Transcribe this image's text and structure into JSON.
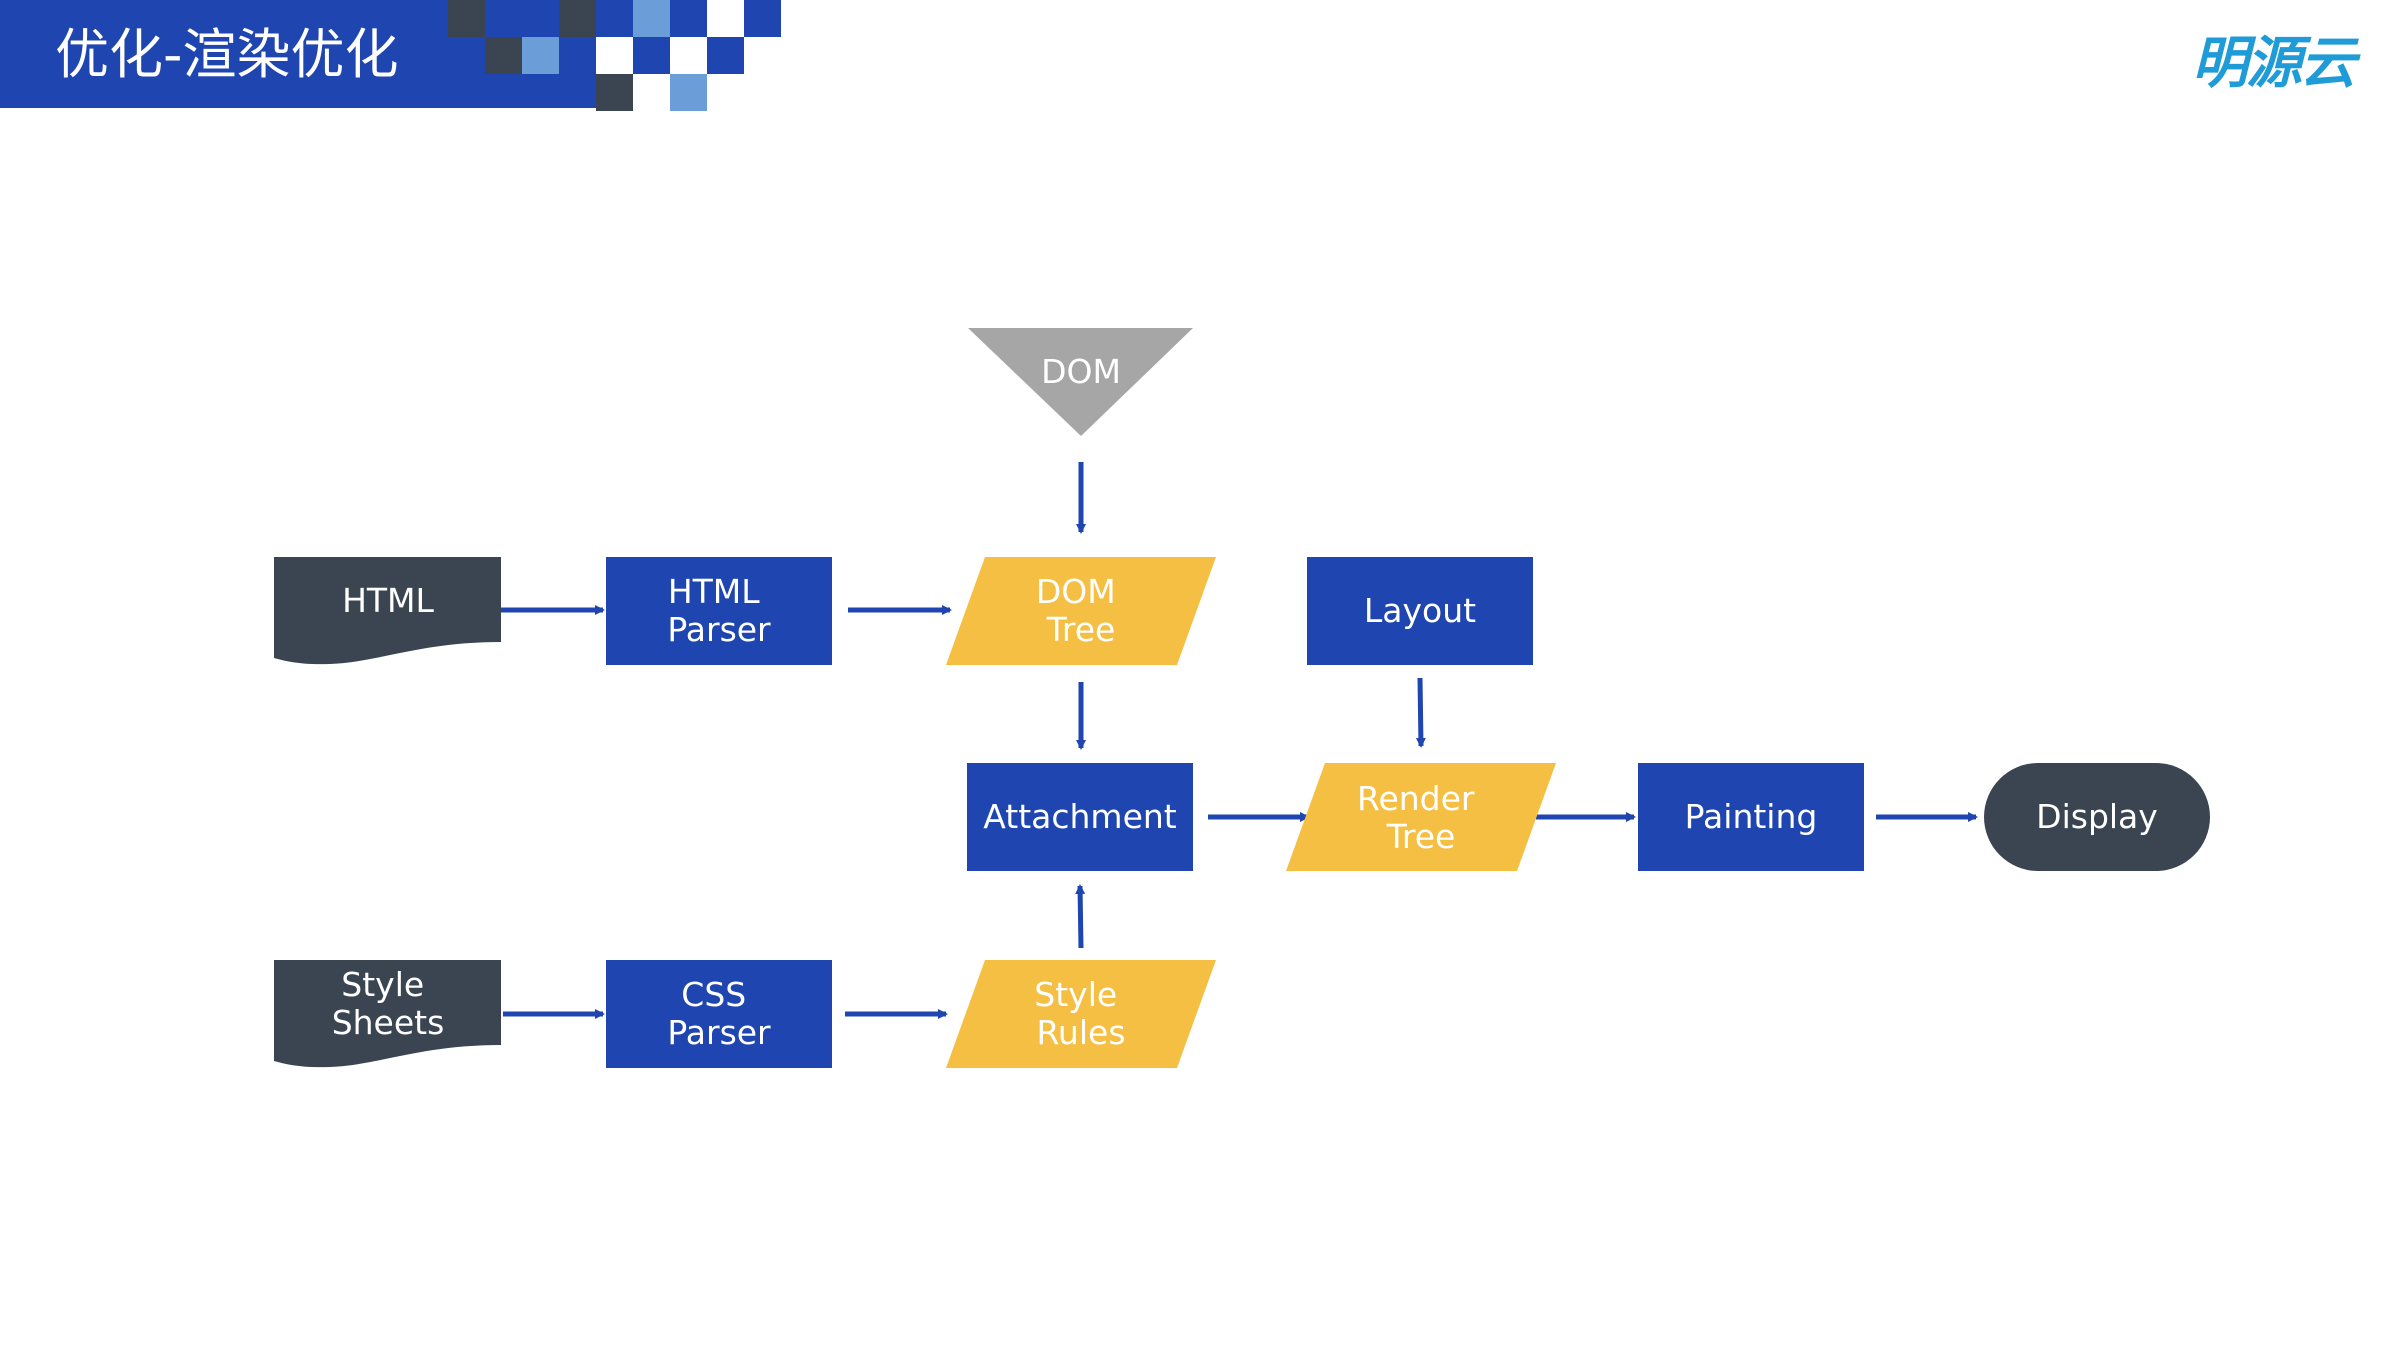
{
  "slide": {
    "title": "优化-渲染优化",
    "logo_text": "明源云"
  },
  "colors": {
    "accent_blue": "#1e45b0",
    "mid_blue": "#2d58c9",
    "light_blue": "#6b9ed8",
    "dark_slate": "#3b4552",
    "gold": "#f4bf42",
    "gray": "#a6a6a6",
    "white": "#ffffff",
    "arrow": "#1e45b0",
    "logo_cyan": "#1f9bd7"
  },
  "diagram": {
    "nodes": {
      "dom_source": {
        "lines": [
          "DOM"
        ],
        "shape": "triangle-down"
      },
      "html_doc": {
        "lines": [
          "HTML"
        ],
        "shape": "document"
      },
      "html_parser": {
        "lines": [
          "HTML",
          "Parser"
        ],
        "shape": "process"
      },
      "dom_tree": {
        "lines": [
          "DOM",
          "Tree"
        ],
        "shape": "data"
      },
      "layout": {
        "lines": [
          "Layout"
        ],
        "shape": "process"
      },
      "attachment": {
        "lines": [
          "Attachment"
        ],
        "shape": "process"
      },
      "render_tree": {
        "lines": [
          "Render",
          "Tree"
        ],
        "shape": "data"
      },
      "painting": {
        "lines": [
          "Painting"
        ],
        "shape": "process"
      },
      "display": {
        "lines": [
          "Display"
        ],
        "shape": "terminator"
      },
      "style_sheets": {
        "lines": [
          "Style",
          "Sheets"
        ],
        "shape": "document"
      },
      "css_parser": {
        "lines": [
          "CSS",
          "Parser"
        ],
        "shape": "process"
      },
      "style_rules": {
        "lines": [
          "Style",
          "Rules"
        ],
        "shape": "data"
      }
    },
    "edges": [
      {
        "from": "html_doc",
        "to": "html_parser"
      },
      {
        "from": "html_parser",
        "to": "dom_tree"
      },
      {
        "from": "dom_source",
        "to": "dom_tree"
      },
      {
        "from": "dom_tree",
        "to": "attachment"
      },
      {
        "from": "layout",
        "to": "render_tree"
      },
      {
        "from": "attachment",
        "to": "render_tree"
      },
      {
        "from": "render_tree",
        "to": "painting"
      },
      {
        "from": "painting",
        "to": "display"
      },
      {
        "from": "style_sheets",
        "to": "css_parser"
      },
      {
        "from": "css_parser",
        "to": "style_rules"
      },
      {
        "from": "style_rules",
        "to": "attachment"
      }
    ]
  }
}
